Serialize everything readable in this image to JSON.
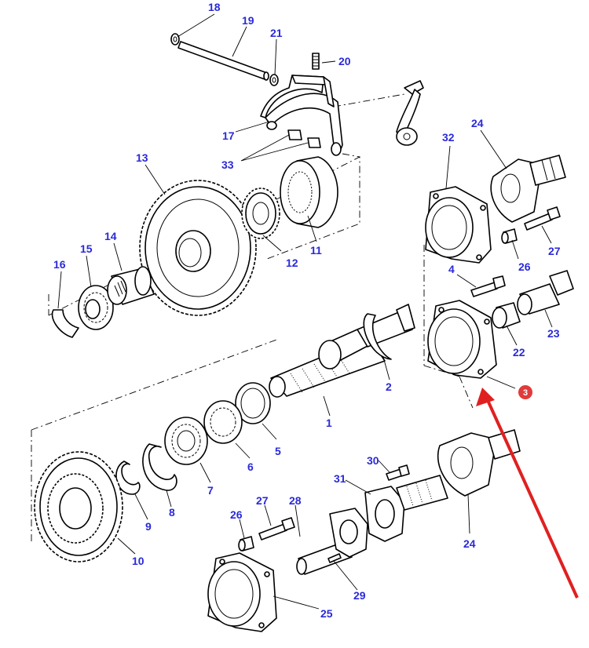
{
  "labels": {
    "p1": "1",
    "p2": "2",
    "p4": "4",
    "p5": "5",
    "p6": "6",
    "p7": "7",
    "p8": "8",
    "p9": "9",
    "p10": "10",
    "p11": "11",
    "p12": "12",
    "p13": "13",
    "p14": "14",
    "p15": "15",
    "p16": "16",
    "p17": "17",
    "p18": "18",
    "p19": "19",
    "p20": "20",
    "p21": "21",
    "p22": "22",
    "p23": "23",
    "p24a": "24",
    "p24b": "24",
    "p25": "25",
    "p26a": "26",
    "p26b": "26",
    "p27a": "27",
    "p27b": "27",
    "p28": "28",
    "p29": "29",
    "p30": "30",
    "p31": "31",
    "p32": "32",
    "p33": "33"
  },
  "highlight": {
    "label": "3",
    "badge_color": "#e03a3a",
    "arrow_color": "#e02020"
  },
  "colors": {
    "label_color": "#2a2ad8",
    "line_color": "#000000"
  }
}
